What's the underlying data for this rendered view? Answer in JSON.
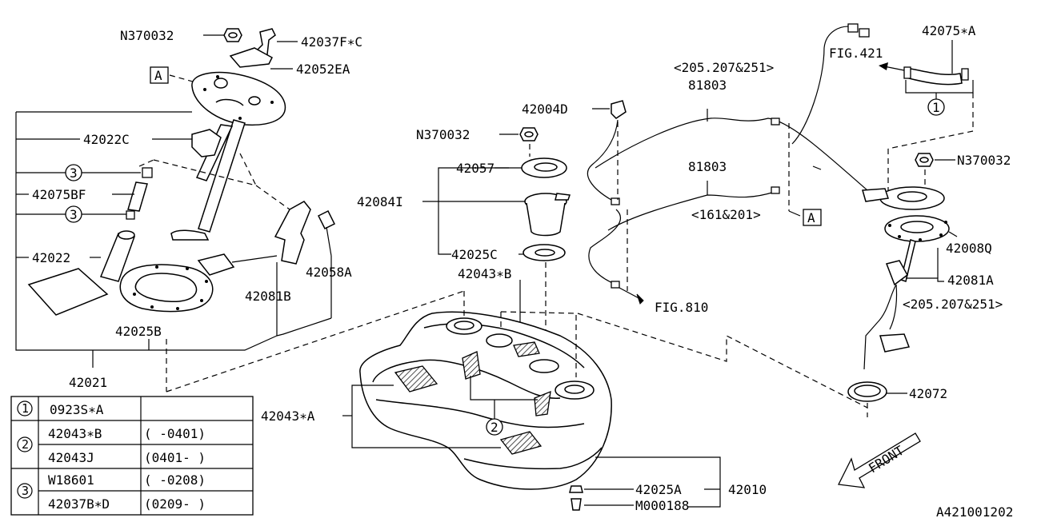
{
  "labels": {
    "n370032_top": "N370032",
    "p42037f": "42037F∗C",
    "p42052ea": "42052EA",
    "box_a_left": "A",
    "p42022c": "42022C",
    "p42075bf": "42075BF",
    "p42022": "42022",
    "p42025b": "42025B",
    "p42021": "42021",
    "p42081b": "42081B",
    "p42058a": "42058A",
    "p42004d": "42004D",
    "n370032_mid": "N370032",
    "p42057": "42057",
    "p42084i": "42084I",
    "p42025c": "42025C",
    "p42043b": "42043∗B",
    "p42043a": "42043∗A",
    "p42025a": "42025A",
    "m000188": "M000188",
    "p42010": "42010",
    "fig810": "FIG.810",
    "sel_205_top": "<205.207&251>",
    "p81803_top": "81803",
    "p81803_mid": "81803",
    "sel_161": "<161&201>",
    "box_a_right": "A",
    "fig421": "FIG.421",
    "p42075a": "42075∗A",
    "n370032_right": "N370032",
    "p42008q": "42008Q",
    "p42081a": "42081A",
    "sel_205_right": "<205.207&251>",
    "p42072": "42072",
    "front": "FRONT",
    "callout_1": "1",
    "callout_2": "2",
    "callout_3": "3",
    "diagram_id": "A421001202"
  },
  "legend": {
    "rows": [
      {
        "ref": "1",
        "part": "0923S∗A",
        "range": ""
      },
      {
        "ref": "2",
        "part": "42043∗B",
        "range": "(   -0401)"
      },
      {
        "ref": "",
        "part": "42043J",
        "range": "(0401-   )"
      },
      {
        "ref": "3",
        "part": "W18601",
        "range": "(   -0208)"
      },
      {
        "ref": "",
        "part": "42037B∗D",
        "range": "(0209-   )"
      }
    ]
  }
}
